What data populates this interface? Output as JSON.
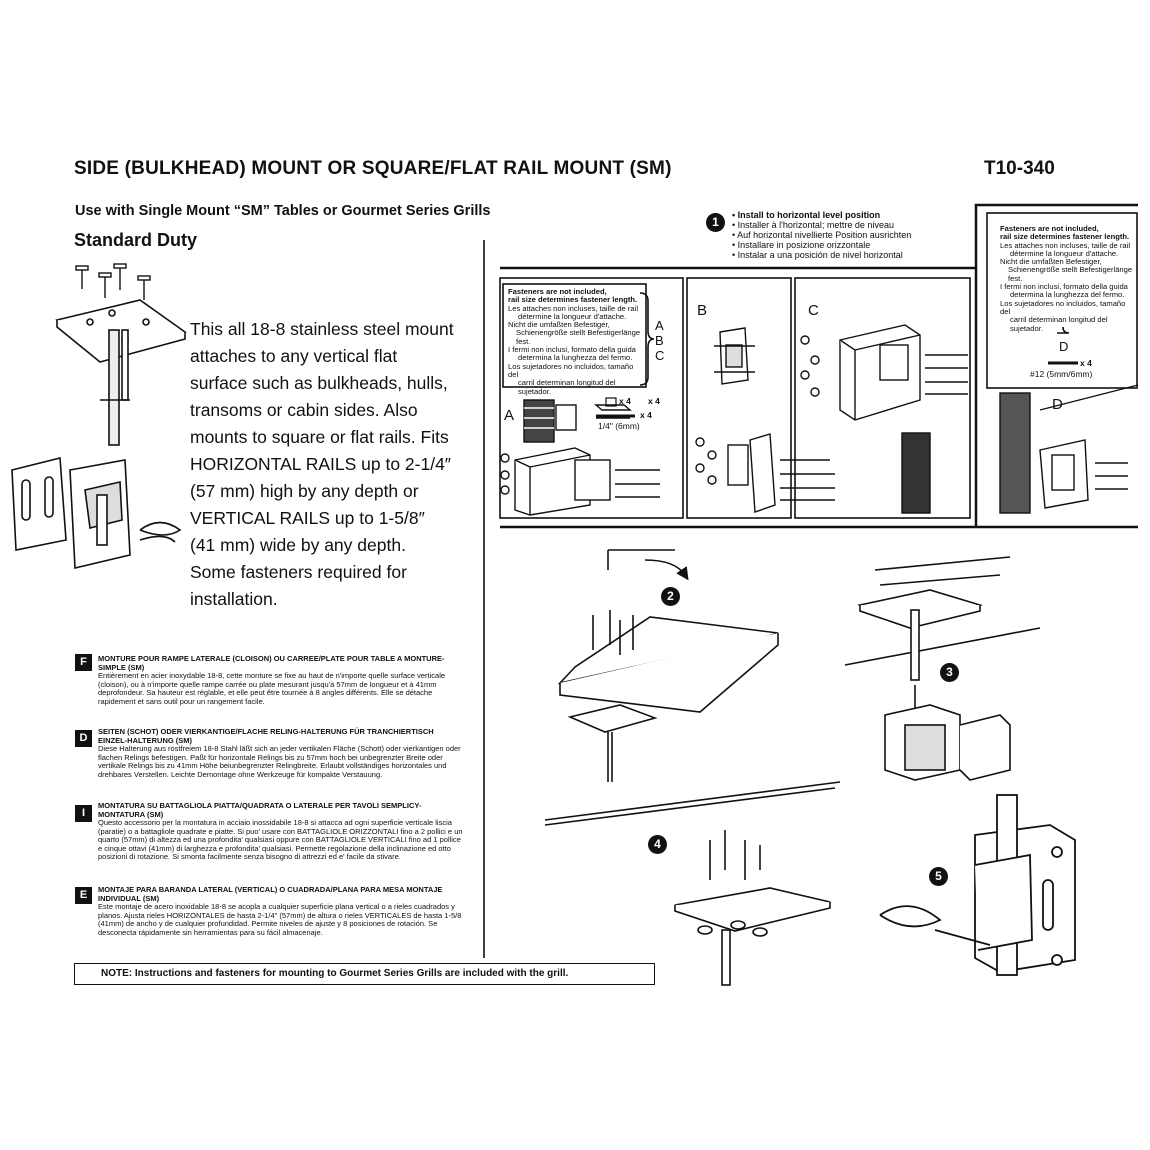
{
  "header": {
    "title": "SIDE (BULKHEAD) MOUNT OR SQUARE/FLAT RAIL MOUNT (SM)",
    "code": "T10-340",
    "subtitle": "Use with Single Mount “SM” Tables or Gourmet Series Grills",
    "duty": "Standard Duty"
  },
  "description": [
    "This all 18-8 stainless steel mount",
    "attaches to any vertical flat",
    "surface such as bulkheads, hulls,",
    "transoms or cabin sides. Also",
    "mounts to square or flat rails. Fits",
    "HORIZONTAL RAILS up to 2-1/4″",
    "(57 mm) high by any depth or",
    "VERTICAL RAILS up  to 1-5/8″",
    "(41 mm) wide by any depth.",
    "Some fasteners required for",
    "installation."
  ],
  "languages": [
    {
      "code": "F",
      "title": "MONTURE POUR RAMPE LATERALE (CLOISON) OU CARREE/PLATE POUR TABLE A MONTURE-SIMPLE (SM)",
      "body": "Entièrement en acier inoxydable 18-8, cette monture se fixe au haut de n'importe quelle surface verticale (cloison), ou à n'importe quelle rampe carrée ou plate mesurant jusqu'à 57mm de longueur et à 41mm deprofondeur. Sa hauteur est réglable, et elle peut être tournée à 8 angles différents. Elle se détache rapidement et sans outil pour un rangement facile."
    },
    {
      "code": "D",
      "title": "SEITEN (SCHOT) ODER VIERKANTIGE/FLACHE RELING-HALTERUNG FÜR TRANCHIERTISCH EINZEL-HALTERUNG (SM)",
      "body": "Diese Halterung aus rostfreiem 18-8 Stahl läßt sich an jeder vertikalen Fläche (Schott) oder vierkantigen oder flachen Relings befestigen.  Paßt für horizontale Relings bis zu 57mm hoch bei unbegrenzter Breite oder vertikale Relings bis zu 41mm Höhe beiunbegrenzter Relingbreite. Erlaubt vollständiges horizontales und drehbares Verstellen. Leichte Demontage ohne Werkzeuge für kompakte Verstauung."
    },
    {
      "code": "I",
      "title": "MONTATURA SU BATTAGLIOLA PIATTA/QUADRATA O LATERALE PER TAVOLI SEMPLICY-MONTATURA (SM)",
      "body": "Questo accessorio per la montatura in acciaio inossidabile 18-8 si attacca ad ogni superficie verticale liscia (paratie) o a battagliole quadrate e piatte. Si puo' usare con BATTAGLIOLE ORIZZONTALI fino a 2 pollici e un quarto (57mm) di altezza ed una profondita' qualsiasi oppure con BATTAGLIOLE VERTICALI fino ad 1 pollice e cinque ottavi (41mm) di larghezza e profondita' qualsiasi. Permette regolazione della  inclinazione ed otto posizioni di rotazione. Si smonta facilmente senza bisogno di attrezzi ed e' facile da stivare."
    },
    {
      "code": "E",
      "title": "MONTAJE PARA BARANDA LATERAL (VERTICAL) O CUADRADA/PLANA PARA MESA MONTAJE INDIVIDUAL (SM)",
      "body": "Este montaje de acero inoxidable 18-8 se acopla a cualquier superficie plana vertical o a rieles cuadrados y planos. Ajusta rieles HORIZONTALES de hasta 2-1/4\" (57mm) de altura o rieles VERTICALES de hasta 1-5/8 (41mm) de ancho y de cualquier profundidad. Permite niveles de ajuste y 8 posiciones de rotación. Se desconecta rápidamente sin herramientas para su fácil almacenaje."
    }
  ],
  "note": "NOTE:  Instructions and fasteners for mounting to Gourmet Series Grills are included with the grill.",
  "step1": {
    "number": "1",
    "lines": [
      "Install to horizontal level position",
      "Installer à l'horizontal; mettre de niveau",
      "Auf horizontal nivellierte Position ausrichten",
      "Installare in posizione orizzontale",
      "Instalar a una posición de nivel horizontal"
    ]
  },
  "fasteners_abc": {
    "lines": [
      "Fasteners are not included,",
      "rail size determines fastener length.",
      "Les attaches non incluses, taille de rail",
      "détermine la longueur d'attache.",
      "Nicht die umfaßten Befestiger,",
      "Schienengröße stellt Befestigerlänge fest.",
      "I fermi non inclusi, formato della guida",
      "determina la lunghezza del fermo.",
      "Los sujetadores no incluidos, tamaño del",
      "carril determinan longitud del sujetador."
    ],
    "letters": [
      "A",
      "B",
      "C"
    ],
    "qty1": "x 4",
    "qty2": "x 4",
    "qty3": "x 4",
    "size": "1/4\" (6mm)"
  },
  "fasteners_d": {
    "lines": [
      "Fasteners are not included,",
      "rail size determines fastener length.",
      "Les attaches non incluses, taille de rail",
      "détermine la longueur d'attache.",
      "Nicht die umfaßten Befestiger,",
      "Schienengröße stellt Befestigerlänge fest.",
      "I fermi non inclusi, formato della guida",
      "determina la lunghezza del fermo.",
      "Los sujetadores no incluidos, tamaño del",
      "carril determinan longitud del sujetador."
    ],
    "letter": "D",
    "qty": "x 4",
    "size": "#12 (5mm/6mm)"
  },
  "panels": {
    "a": "A",
    "b": "B",
    "c": "C",
    "d": "D"
  },
  "steps": {
    "s2": "2",
    "s3": "3",
    "s4": "4",
    "s5": "5"
  }
}
